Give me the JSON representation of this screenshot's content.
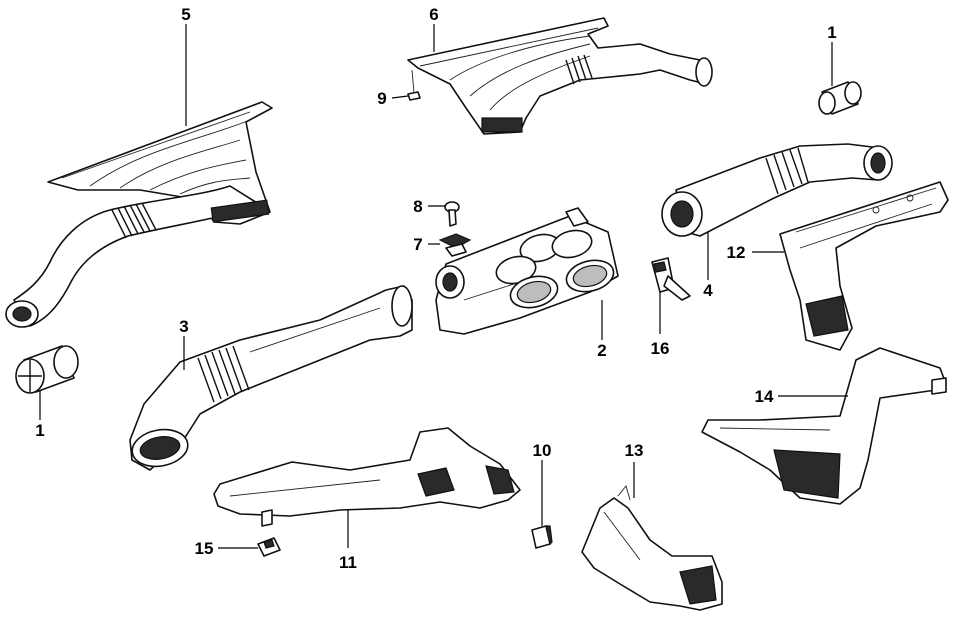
{
  "callouts": {
    "c1a": "1",
    "c1b": "1",
    "c2": "2",
    "c3": "3",
    "c4": "4",
    "c5": "5",
    "c6": "6",
    "c7": "7",
    "c8": "8",
    "c9": "9",
    "c10": "10",
    "c11": "11",
    "c12": "12",
    "c13": "13",
    "c14": "14",
    "c15": "15",
    "c16": "16"
  }
}
